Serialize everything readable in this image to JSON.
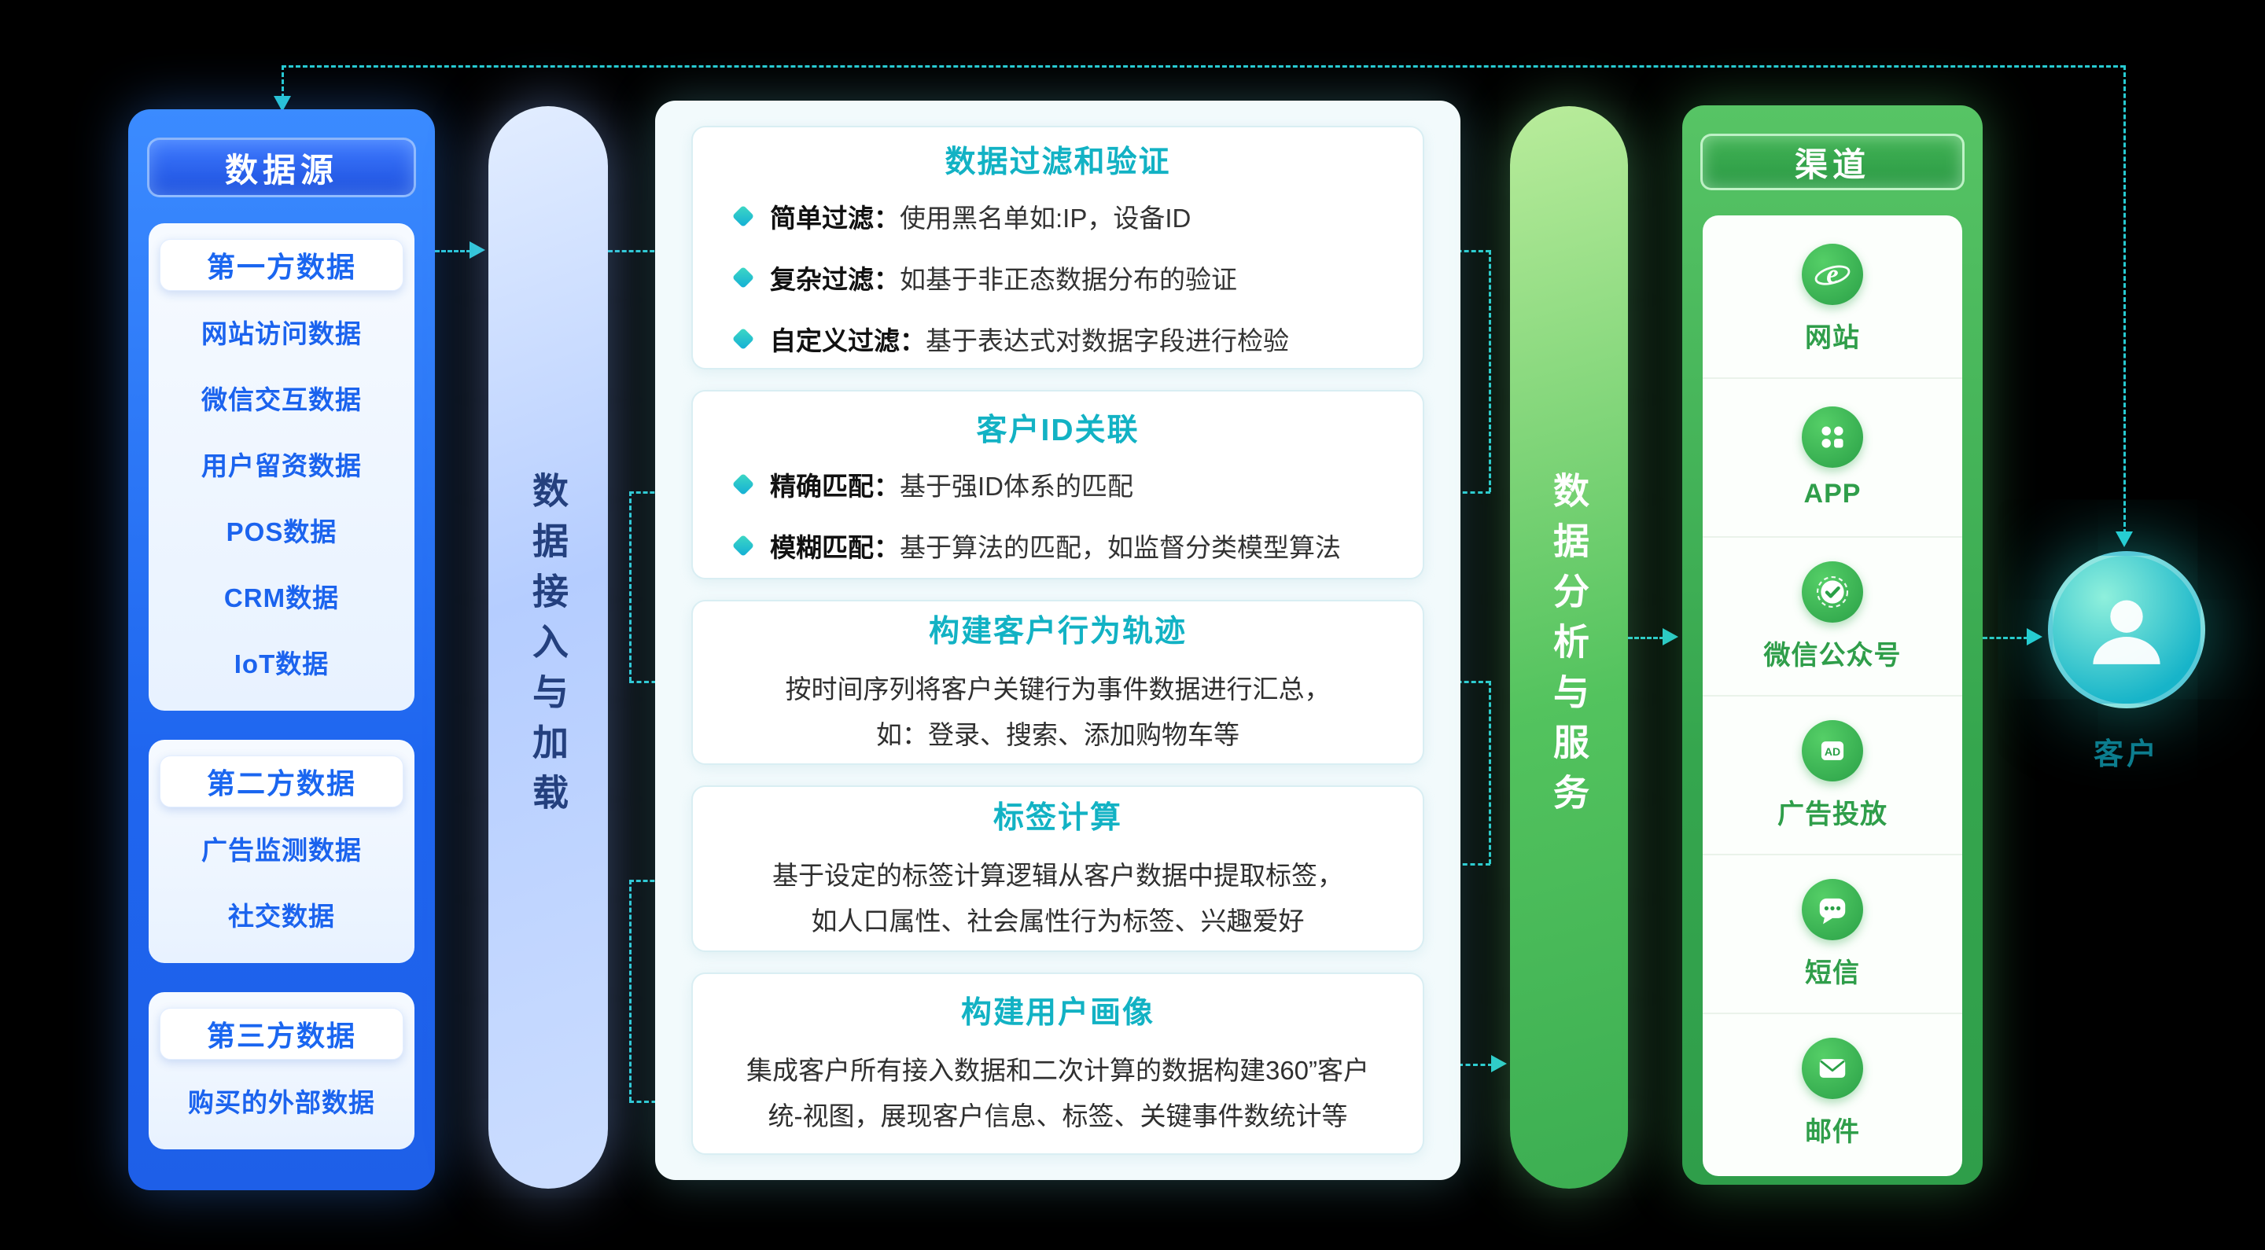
{
  "colors": {
    "blue_accent": "#1e6bf2",
    "teal_accent": "#12b2c4",
    "green_accent": "#2fa24c",
    "arrow_teal": "#27cbd2"
  },
  "left_panel": {
    "title": "数据源",
    "sections": [
      {
        "title": "第一方数据",
        "items": [
          "网站访问数据",
          "微信交互数据",
          "用户留资数据",
          "POS数据",
          "CRM数据",
          "IoT数据"
        ]
      },
      {
        "title": "第二方数据",
        "items": [
          "广告监测数据",
          "社交数据"
        ]
      },
      {
        "title": "第三方数据",
        "items": [
          "购买的外部数据"
        ]
      }
    ]
  },
  "ingest_bar": {
    "label": "数据接入与加载"
  },
  "process_panel": {
    "boxes": [
      {
        "title": "数据过滤和验证",
        "bullets": [
          {
            "label": "简单过滤：",
            "text": "使用黑名单如:IP，设备ID"
          },
          {
            "label": "复杂过滤：",
            "text": "如基于非正态数据分布的验证"
          },
          {
            "label": "自定义过滤：",
            "text": "基于表达式对数据字段进行检验"
          }
        ]
      },
      {
        "title": "客户ID关联",
        "bullets": [
          {
            "label": "精确匹配：",
            "text": "基于强ID体系的匹配"
          },
          {
            "label": "模糊匹配：",
            "text": "基于算法的匹配，如监督分类模型算法"
          }
        ]
      },
      {
        "title": "构建客户行为轨迹",
        "lines": [
          "按时间序列将客户关键行为事件数据进行汇总，",
          "如：登录、搜索、添加购物车等"
        ]
      },
      {
        "title": "标签计算",
        "lines": [
          "基于设定的标签计算逻辑从客户数据中提取标签，",
          "如人口属性、社会属性行为标签、兴趣爱好"
        ]
      },
      {
        "title": "构建用户画像",
        "lines": [
          "集成客户所有接入数据和二次计算的数据构建360”客户",
          "统-视图，展现客户信息、标签、关键事件数统计等"
        ]
      }
    ]
  },
  "analysis_bar": {
    "label": "数据分析与服务"
  },
  "channel_panel": {
    "title": "渠道",
    "items": [
      {
        "icon": "browser-icon",
        "label": "网站"
      },
      {
        "icon": "app-grid-icon",
        "label": "APP"
      },
      {
        "icon": "official-account-check-icon",
        "label": "微信公众号"
      },
      {
        "icon": "ad-icon",
        "label": "广告投放"
      },
      {
        "icon": "sms-icon",
        "label": "短信"
      },
      {
        "icon": "email-icon",
        "label": "邮件"
      }
    ]
  },
  "customer": {
    "label": "客户"
  }
}
